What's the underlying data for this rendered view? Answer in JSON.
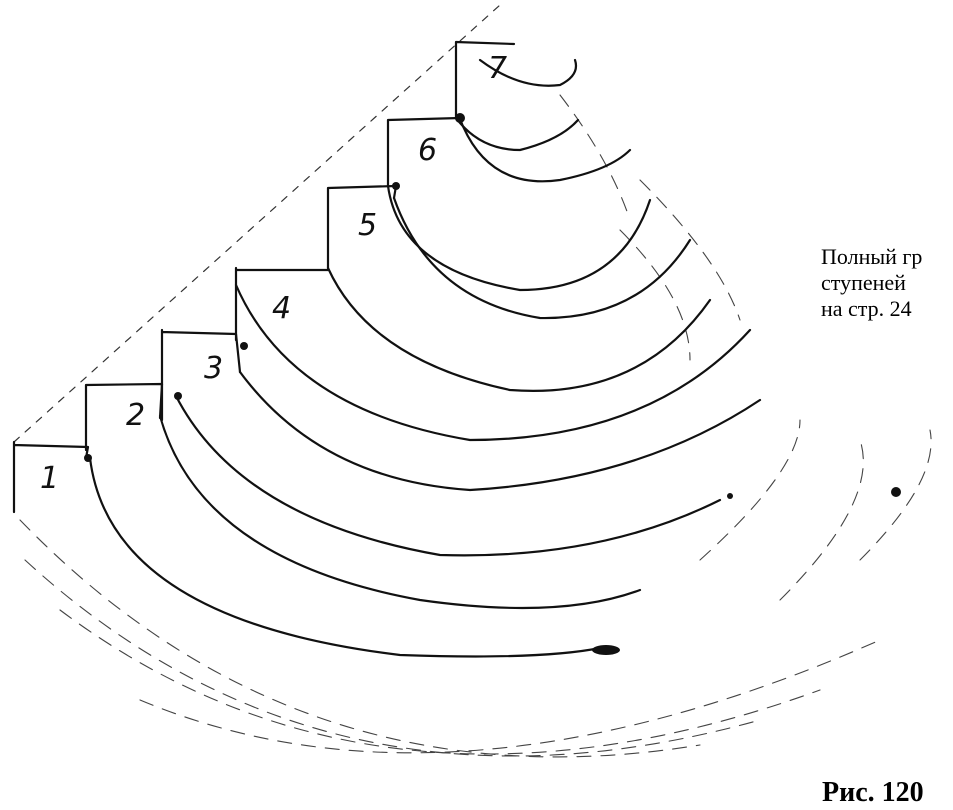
{
  "diagram": {
    "steps": [
      {
        "label": "1"
      },
      {
        "label": "2"
      },
      {
        "label": "3"
      },
      {
        "label": "4"
      },
      {
        "label": "5"
      },
      {
        "label": "6"
      },
      {
        "label": "7"
      }
    ]
  },
  "caption": {
    "line1": "Полный гр",
    "line2": "ступеней",
    "line3": "на стр. 24"
  },
  "figure_label": "Рис. 120"
}
